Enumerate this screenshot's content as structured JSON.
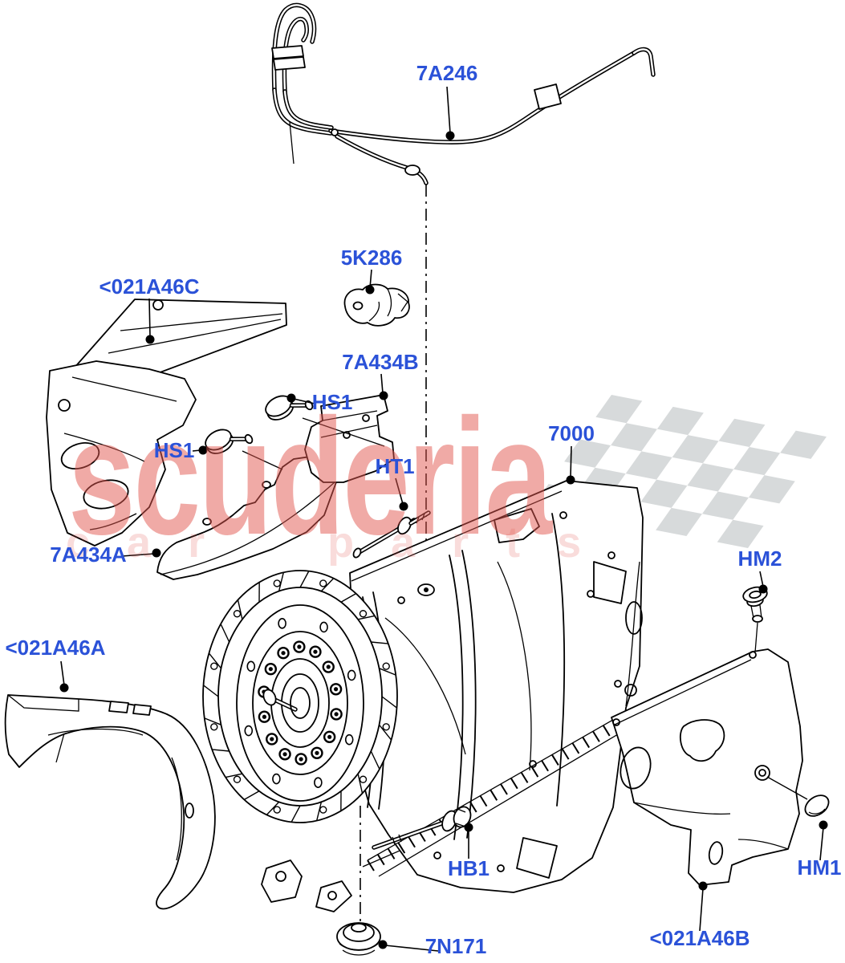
{
  "page": {
    "background": "#ffffff",
    "description": "Exploded parts diagram: automatic transmission with heat shields, pipes and fixings"
  },
  "watermark": {
    "brand": "scuderia",
    "tagline": "car parts",
    "brand_color": "#e2574f",
    "brand_opacity": 0.5,
    "tagline_opacity": 0.2,
    "flag_color": "#d7dadb"
  },
  "label_color": "#2b52d8",
  "labels": {
    "pipe": "7A246",
    "bracket": "5K286",
    "shield_c": "<021A46C",
    "bracket_b": "7A434B",
    "hs1_right": "HS1",
    "hs1_left": "HS1",
    "stud": "HT1",
    "transmission": "7000",
    "clip_hm2": "HM2",
    "shield_a2": "7A434A",
    "liner": "<021A46A",
    "bolt": "HB1",
    "plug": "7N171",
    "shield_b": "<021A46B",
    "grommet_hm1": "HM1"
  }
}
